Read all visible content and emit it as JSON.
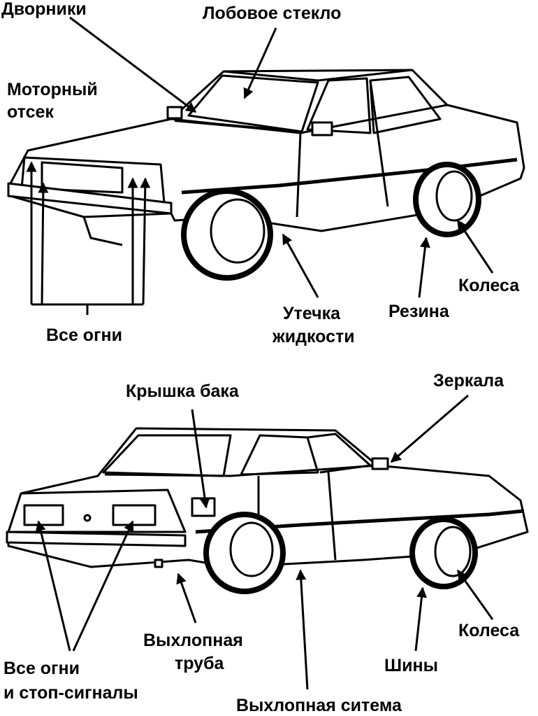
{
  "top_car": {
    "labels": {
      "wipers": "Дворники",
      "windshield": "Лобовое стекло",
      "engine_line1": "Моторный",
      "engine_line2": "отсек",
      "all_lights": "Все огни",
      "leak_line1": "Утечка",
      "leak_line2": "жидкости",
      "rubber": "Резина",
      "wheels": "Колеса"
    }
  },
  "bottom_car": {
    "labels": {
      "fuel_cap": "Крышка бака",
      "mirrors": "Зеркала",
      "lights_line1": "Все огни",
      "lights_line2": "и стоп-сигналы",
      "exhaust_pipe_line1": "Выхлопная",
      "exhaust_pipe_line2": "труба",
      "wheels": "Колеса",
      "tires": "Шины",
      "exhaust_system": "Выхлопная ситема"
    }
  },
  "colors": {
    "ink": "#000000",
    "background": "#ffffff"
  }
}
